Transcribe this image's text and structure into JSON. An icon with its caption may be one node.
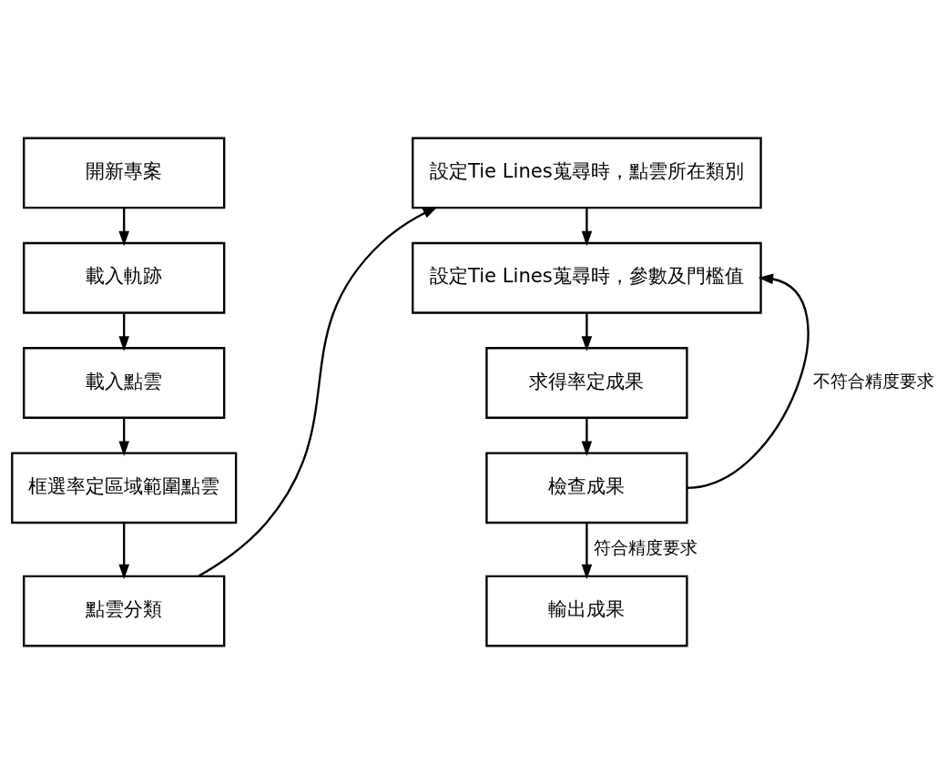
{
  "diagram": {
    "nodes": [
      {
        "text": [
          "開新專案"
        ]
      },
      {
        "text": [
          "載入軌跡"
        ]
      },
      {
        "text": [
          "載入點雲"
        ]
      },
      {
        "text": [
          "框選率定區域範圍點雲"
        ]
      },
      {
        "text": [
          "點雲分類"
        ]
      },
      {
        "text": [
          "設定Tie Lines蒐尋時，點雲所在類別"
        ]
      },
      {
        "text": [
          "設定Tie Lines蒐尋時，參數及門檻值"
        ]
      },
      {
        "text": [
          "求得率定成果"
        ]
      },
      {
        "text": [
          "檢查成果"
        ]
      },
      {
        "text": [
          "輸出成果"
        ]
      }
    ],
    "edges": [
      {
        "from": 0,
        "to": 1,
        "arrow": "to"
      },
      {
        "from": 1,
        "to": 2,
        "arrow": "to"
      },
      {
        "from": 2,
        "to": 3,
        "arrow": "to"
      },
      {
        "from": 3,
        "to": 4,
        "arrow": "to"
      },
      {
        "from": 4,
        "to": 5,
        "arrow": "to"
      },
      {
        "from": 5,
        "to": 6,
        "arrow": "to"
      },
      {
        "from": 6,
        "to": 7,
        "arrow": "to"
      },
      {
        "from": 7,
        "to": 8,
        "arrow": "to"
      },
      {
        "from": 8,
        "to": 6,
        "arrow": "to",
        "label": "不符合精度要求"
      },
      {
        "from": 8,
        "to": 9,
        "arrow": "to",
        "label": "符合精度要求"
      }
    ]
  }
}
